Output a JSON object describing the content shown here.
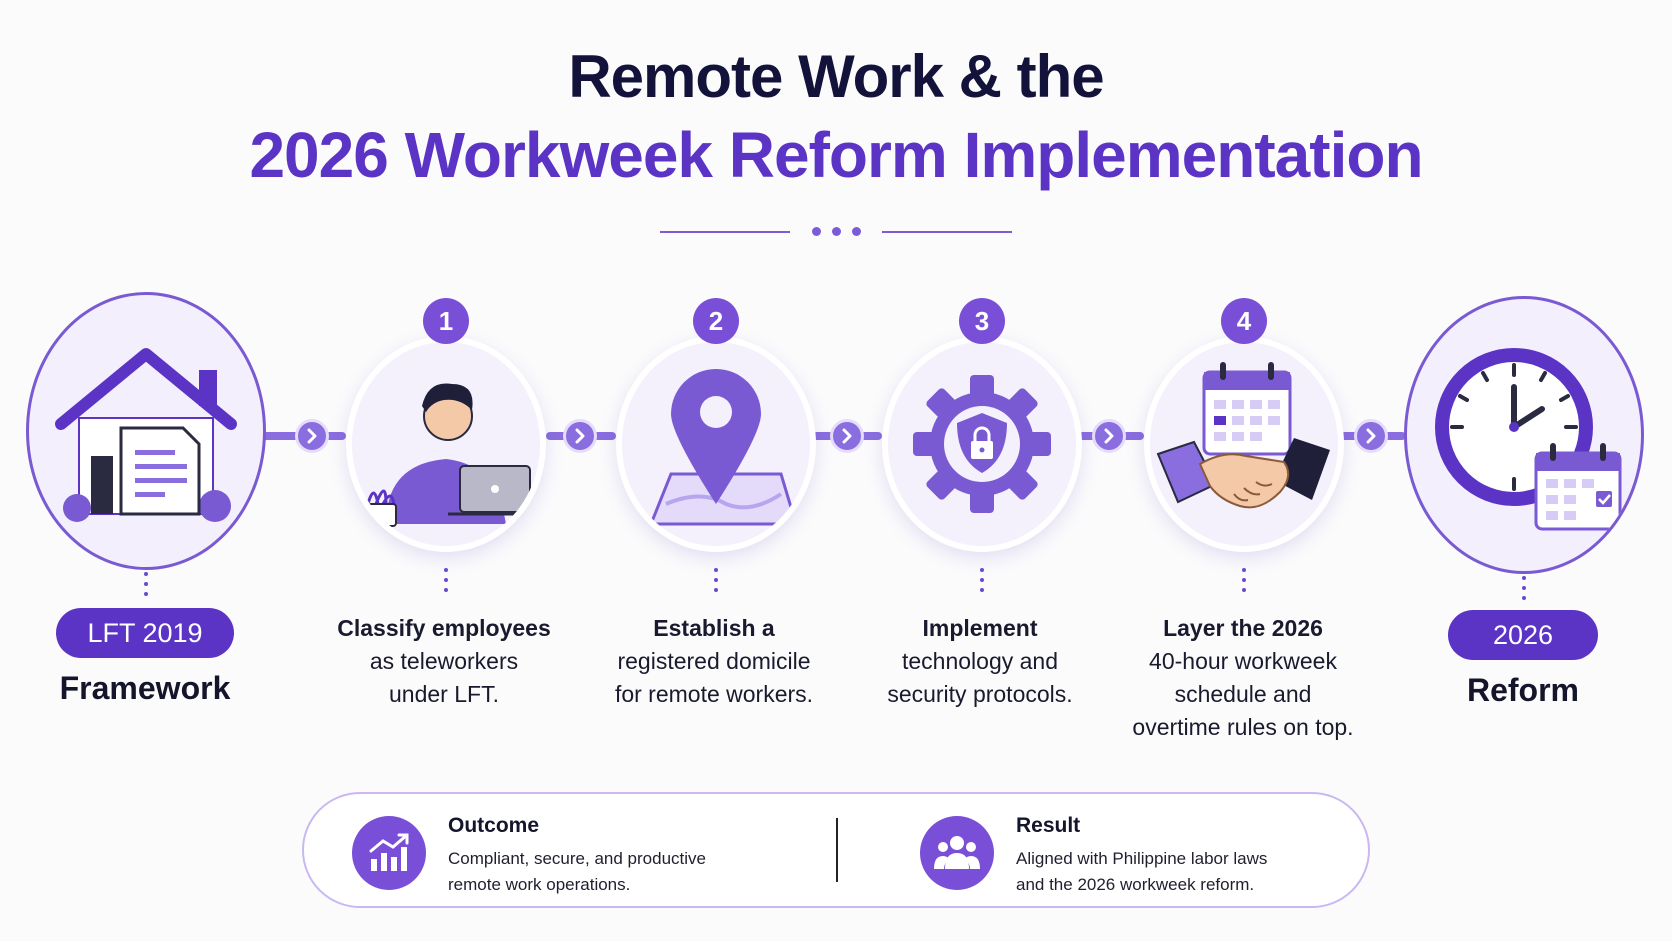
{
  "title": {
    "line1": "Remote Work & the",
    "line2": "2026 Workweek Reform Implementation"
  },
  "start": {
    "pill": "LFT 2019",
    "label": "Framework",
    "icon": "house-document-icon"
  },
  "end": {
    "pill": "2026",
    "label": "Reform",
    "icon": "clock-calendar-icon"
  },
  "steps": [
    {
      "number": "1",
      "heading": "Classify employees",
      "rest_lines": [
        "as teleworkers",
        "under LFT."
      ],
      "icon": "person-laptop-icon"
    },
    {
      "number": "2",
      "heading": "Establish a",
      "rest_lines": [
        "registered domicile",
        "for remote workers."
      ],
      "icon": "location-pin-icon"
    },
    {
      "number": "3",
      "heading": "Implement",
      "rest_lines": [
        "technology and",
        "security protocols."
      ],
      "icon": "gear-shield-lock-icon"
    },
    {
      "number": "4",
      "heading": "Layer the 2026",
      "rest_lines": [
        "40-hour workweek",
        "schedule and",
        "overtime rules on top."
      ],
      "icon": "handshake-calendar-icon"
    }
  ],
  "summary": {
    "outcome": {
      "title": "Outcome",
      "lines": [
        "Compliant, secure, and productive",
        "remote work operations."
      ],
      "icon": "chart-growth-icon"
    },
    "result": {
      "title": "Result",
      "lines": [
        "Aligned with Philippine labor laws",
        "and the 2026 workweek reform."
      ],
      "icon": "people-group-icon"
    }
  },
  "colors": {
    "primary": "#5b34c6",
    "accent": "#7a4fd8",
    "light": "#f3effd",
    "dark": "#12123a"
  }
}
